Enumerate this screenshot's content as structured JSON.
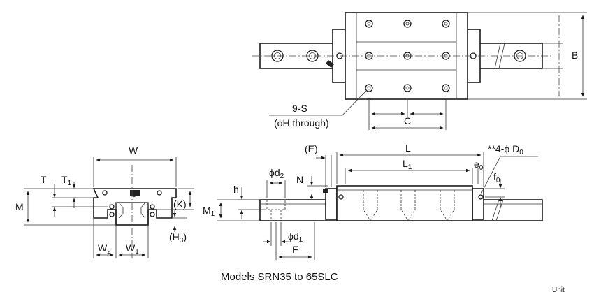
{
  "caption": "Models SRN35 to 65SLC",
  "corner_text": "Unit",
  "top_view": {
    "bolt_label": "9-S",
    "bolt_note": "(ϕH through)",
    "dim_c": "C",
    "dim_b": "B"
  },
  "front_view": {
    "dim_w": "W",
    "dim_t": "T",
    "dim_t1": "T",
    "dim_t1_sub": "1",
    "dim_m": "M",
    "dim_k": "(K)",
    "dim_h3": "(H",
    "dim_h3_sub": "3",
    "dim_h3_close": ")",
    "dim_w2": "W",
    "dim_w2_sub": "2",
    "dim_w1": "W",
    "dim_w1_sub": "1"
  },
  "side_view": {
    "dim_e": "(E)",
    "dim_l": "L",
    "dim_l1": "L",
    "dim_l1_sub": "1",
    "dim_d2": "ϕd",
    "dim_d2_sub": "2",
    "dim_n": "N",
    "dim_h": "h",
    "dim_m1": "M",
    "dim_m1_sub": "1",
    "dim_d1": "ϕd",
    "dim_d1_sub": "1",
    "dim_f": "F",
    "dim_e0": "e",
    "dim_e0_sub": "0",
    "dim_f0": "f",
    "dim_f0_sub": "0",
    "dim_d0": "**4-ϕ D",
    "dim_d0_sub": "0"
  }
}
